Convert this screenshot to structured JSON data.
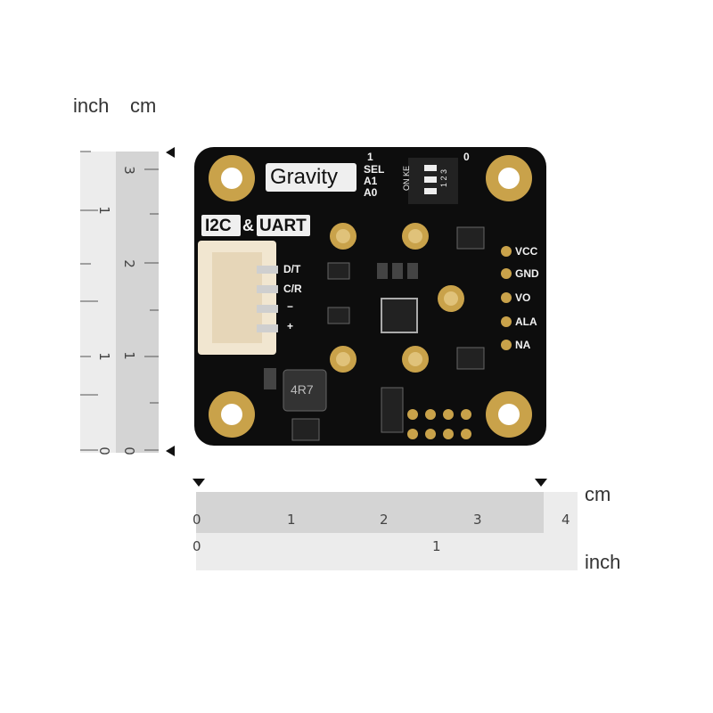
{
  "rulers": {
    "vertical_units": {
      "inch": "inch",
      "cm": "cm"
    },
    "vertical_cm_ticks": [
      "3",
      "2",
      "1",
      "0"
    ],
    "vertical_inch_ticks": [
      "1",
      "1",
      "0"
    ],
    "horizontal_units": {
      "cm": "cm",
      "inch": "inch"
    },
    "horizontal_cm_ticks": [
      "0",
      "1",
      "2",
      "3",
      "4"
    ],
    "horizontal_inch_ticks": [
      "0",
      "1"
    ]
  },
  "board": {
    "brand": "Gravity",
    "interface": "I2C",
    "interface_amp": "&",
    "interface_2": "UART",
    "switch_labels": [
      "SEL",
      "A1",
      "A0"
    ],
    "switch_top": [
      "1",
      "0"
    ],
    "switch_side": "ON KE",
    "switch_nums": "1 2 3",
    "connector_pins": [
      "D/T",
      "C/R",
      "−",
      "+"
    ],
    "side_pins": [
      "VCC",
      "GND",
      "VO",
      "ALA",
      "NA"
    ],
    "inductor": "4R7"
  },
  "colors": {
    "board": "#0d0d0d",
    "gold": "#c9a24a",
    "connector": "#f1e6d0",
    "ruler_light": "#ececec",
    "ruler_dark": "#d4d4d4"
  }
}
